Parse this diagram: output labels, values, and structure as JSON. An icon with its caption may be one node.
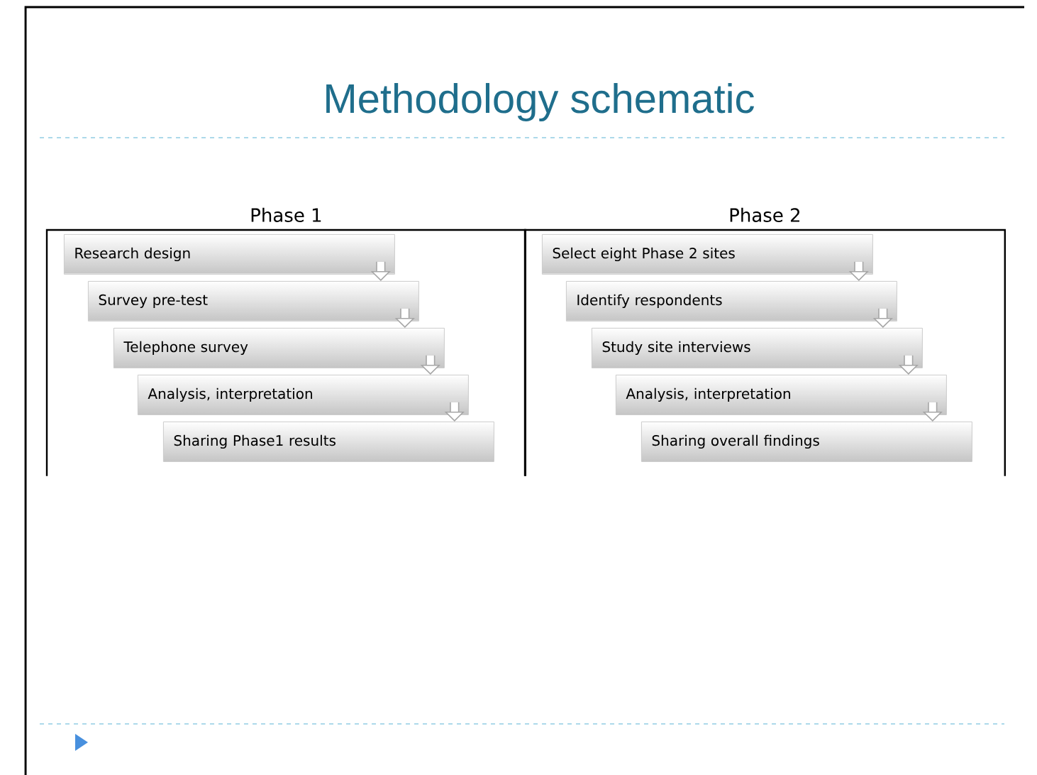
{
  "diagram": {
    "title": "Methodology schematic",
    "nodes": [
      {
        "text": [
          "Phase 1"
        ]
      },
      {
        "text": [
          "Research design"
        ],
        "in": 0
      },
      {
        "text": [
          "Survey pre-test"
        ],
        "in": 0
      },
      {
        "text": [
          "Telephone survey"
        ],
        "in": 0
      },
      {
        "text": [
          "Analysis, interpretation"
        ],
        "in": 0
      },
      {
        "text": [
          "Sharing Phase1 results"
        ],
        "in": 0
      },
      {
        "text": [
          "Phase 2"
        ]
      },
      {
        "text": [
          "Select eight Phase 2 sites"
        ],
        "in": 6
      },
      {
        "text": [
          "Identify respondents"
        ],
        "in": 6
      },
      {
        "text": [
          "Study site interviews"
        ],
        "in": 6
      },
      {
        "text": [
          "Analysis, interpretation"
        ],
        "in": 6
      },
      {
        "text": [
          "Sharing overall findings"
        ],
        "in": 6
      }
    ],
    "edges": [
      {
        "from": 1,
        "to": 2,
        "arrow": "to"
      },
      {
        "from": 2,
        "to": 3,
        "arrow": "to"
      },
      {
        "from": 3,
        "to": 4,
        "arrow": "to"
      },
      {
        "from": 4,
        "to": 5,
        "arrow": "to"
      },
      {
        "from": 7,
        "to": 8,
        "arrow": "to"
      },
      {
        "from": 8,
        "to": 9,
        "arrow": "to"
      },
      {
        "from": 9,
        "to": 10,
        "arrow": "to"
      },
      {
        "from": 10,
        "to": 11,
        "arrow": "to"
      }
    ]
  }
}
